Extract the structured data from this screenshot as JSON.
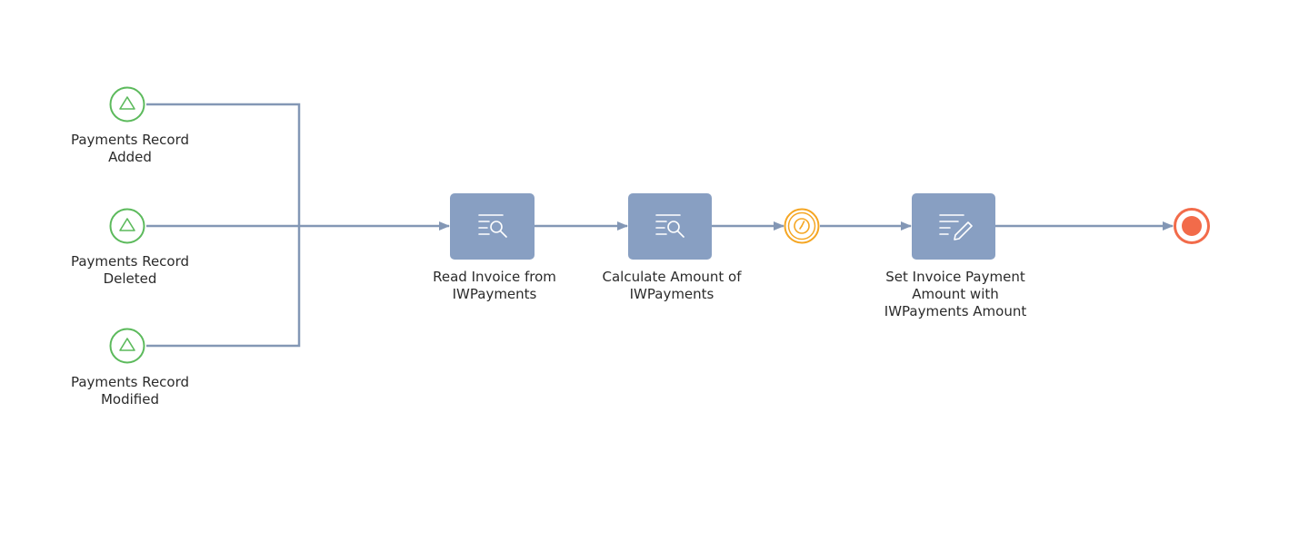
{
  "diagram": {
    "colors": {
      "connector": "#8397b5",
      "task_fill": "#889fc2",
      "task_icon": "#ffffff",
      "start_event": "#5cba5c",
      "timer_event": "#f5a623",
      "end_event": "#f26b4a",
      "label_text": "#2b2b2b"
    },
    "triggers": [
      {
        "label": "Payments Record\nAdded",
        "icon": "triangle-signal-icon"
      },
      {
        "label": "Payments Record\nDeleted",
        "icon": "triangle-signal-icon"
      },
      {
        "label": "Payments Record\nModified",
        "icon": "triangle-signal-icon"
      }
    ],
    "tasks": [
      {
        "label": "Read Invoice from\nIWPayments",
        "icon": "read-data-icon"
      },
      {
        "label": "Calculate Amount of\nIWPayments",
        "icon": "read-data-icon"
      },
      {
        "label": "Set Invoice Payment\nAmount with\nIWPayments Amount",
        "icon": "modify-data-icon"
      }
    ],
    "intermediate_event": {
      "icon": "timer-icon"
    },
    "end_event": {
      "icon": "terminate-end-icon"
    }
  }
}
